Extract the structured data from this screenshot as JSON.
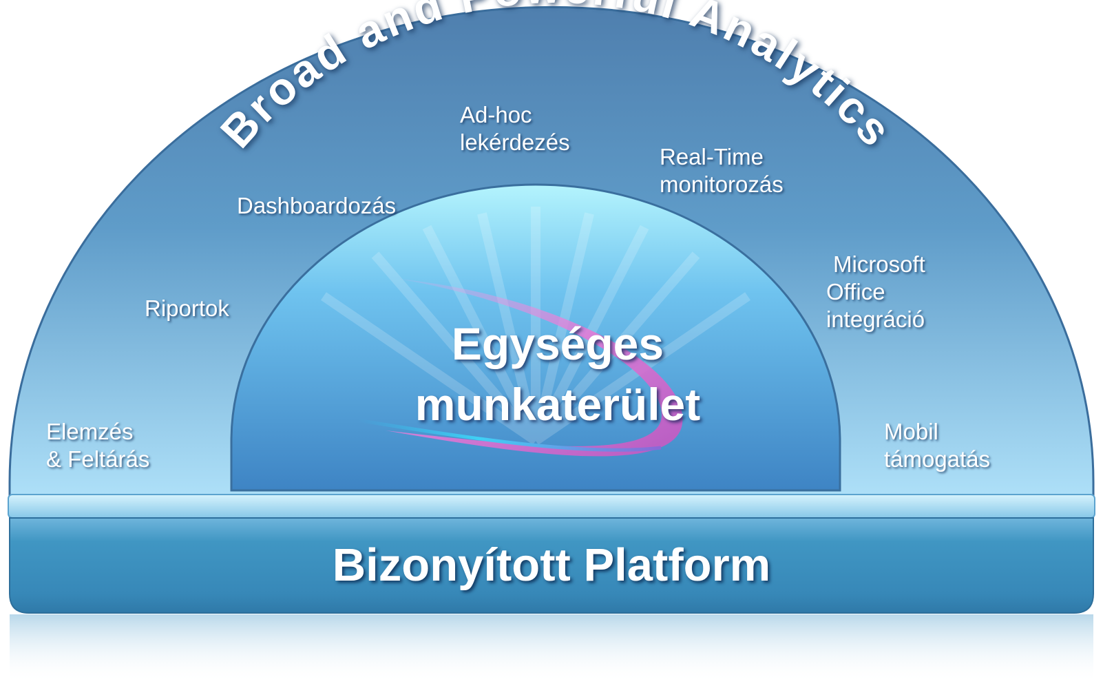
{
  "arc_title": "Broad and Powerful Analytics",
  "center": {
    "line1": "Egységes",
    "line2": "munkaterület"
  },
  "platform": "Bizonyított Platform",
  "features": {
    "elemzes": [
      "Elemzés",
      "& Feltárás"
    ],
    "riportok": [
      "Riportok"
    ],
    "dashboard": [
      "Dashboardozás"
    ],
    "adhoc": [
      "Ad-hoc",
      "lekérdezés"
    ],
    "realtime": [
      "Real-Time",
      "monitorozás"
    ],
    "office": [
      "Microsoft",
      "Office",
      "integráció"
    ],
    "mobil": [
      "Mobil",
      "támogatás"
    ]
  },
  "colors": {
    "outer_top": "#4f86b8",
    "outer_bottom": "#a9dcf6",
    "inner_top": "#aef0fc",
    "inner_bottom": "#3f86c6",
    "platform": "#3c8fbd",
    "swoosh_pink": "#e070d0",
    "swoosh_cyan": "#2ec4f0"
  }
}
